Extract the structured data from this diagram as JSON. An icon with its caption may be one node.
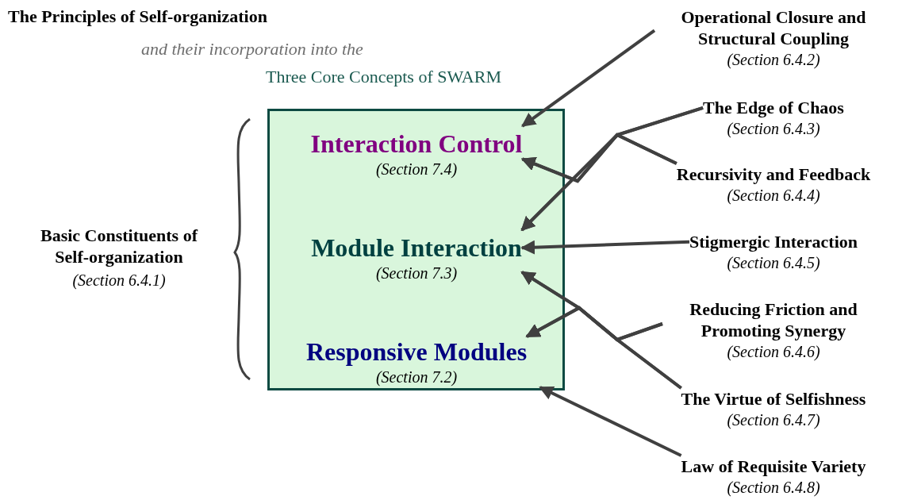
{
  "diagram": {
    "title": "The Principles of Self-organization",
    "nodes": [
      {
        "text": [],
        "shape": "box"
      },
      {
        "text": [
          "Interaction Control",
          "(Section 7.4)"
        ],
        "in": 0
      },
      {
        "text": [
          "Module Interaction",
          "(Section 7.3)"
        ],
        "in": 0
      },
      {
        "text": [
          "Responsive Modules",
          "(Section 7.2)"
        ],
        "in": 0
      },
      {
        "text": [
          "Operational Closure and Structural Coupling",
          "(Section 6.4.2)"
        ]
      },
      {
        "text": [
          "The Edge of Chaos",
          "(Section 6.4.3)"
        ]
      },
      {
        "text": [
          "Recursivity and Feedback",
          "(Section 6.4.4)"
        ]
      },
      {
        "text": [
          "Stigmergic Interaction",
          "(Section 6.4.5)"
        ]
      },
      {
        "text": [
          "Reducing Friction and Promoting Synergy",
          "(Section 6.4.6)"
        ]
      },
      {
        "text": [
          "The Virtue of Selfishness",
          "(Section 6.4.7)"
        ]
      },
      {
        "text": [
          "Law of Requisite Variety",
          "(Section 6.4.8)"
        ]
      }
    ],
    "edges": [
      {
        "from": 4,
        "to": 1,
        "arrow": "to"
      },
      {
        "from": 5,
        "to": 1,
        "arrow": "to"
      },
      {
        "from": 5,
        "to": 2,
        "arrow": "to"
      },
      {
        "from": 6,
        "to": 1,
        "arrow": "to"
      },
      {
        "from": 6,
        "to": 2,
        "arrow": "to"
      },
      {
        "from": 7,
        "to": 2,
        "arrow": "to"
      },
      {
        "from": 8,
        "to": 2,
        "arrow": "to"
      },
      {
        "from": 8,
        "to": 3,
        "arrow": "to"
      },
      {
        "from": 9,
        "to": 2,
        "arrow": "to"
      },
      {
        "from": 9,
        "to": 3,
        "arrow": "to"
      },
      {
        "from": 10,
        "to": 3,
        "arrow": "to"
      }
    ],
    "labels": [
      "and their incorporation into the",
      "Three Core Concepts of SWARM",
      "Basic Constituents of Self-organization",
      "(Section 6.4.1)"
    ]
  }
}
